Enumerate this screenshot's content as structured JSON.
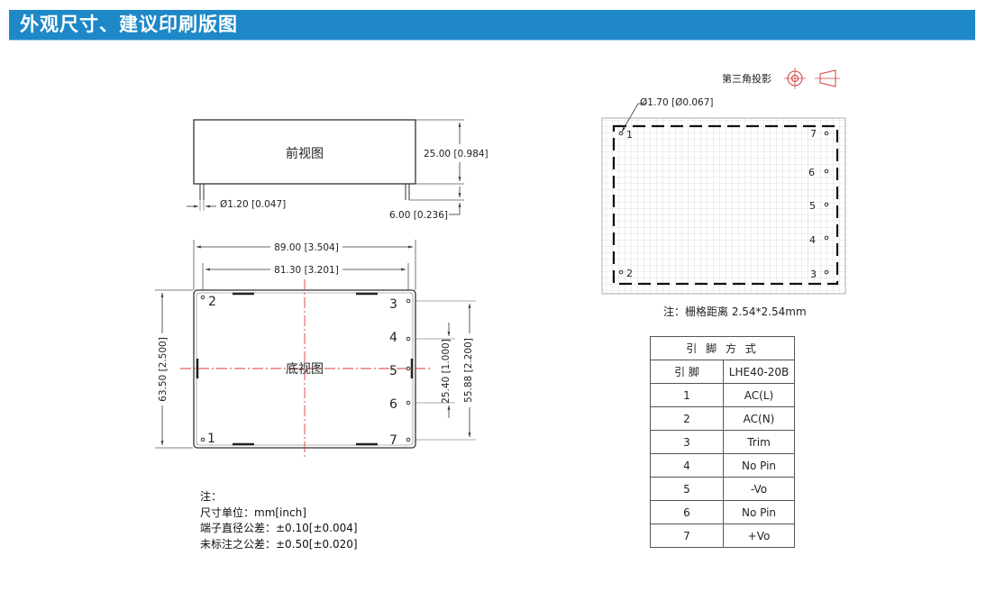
{
  "header": {
    "title": "外观尺寸、建议印刷版图"
  },
  "front_view": {
    "label": "前视图",
    "dim_height": "25.00 [0.984]",
    "dim_pin_diameter": "Ø1.20 [0.047]",
    "dim_pin_length": "6.00 [0.236]"
  },
  "bottom_view": {
    "label": "底视图",
    "dim_width": "89.00 [3.504]",
    "dim_pin_span": "81.30 [3.201]",
    "dim_height": "63.50 [2.500]",
    "dim_pitch": "25.40 [1.000]",
    "dim_pin_column": "55.88 [2.200]",
    "pins": [
      "1",
      "2",
      "3",
      "4",
      "5",
      "6",
      "7"
    ]
  },
  "pcb_layout": {
    "projection_label": "第三角投影",
    "hole_dim": "Ø1.70 [Ø0.067]",
    "grid_note": "注：栅格距离 2.54*2.54mm",
    "pins": [
      "1",
      "2",
      "3",
      "4",
      "5",
      "6",
      "7"
    ]
  },
  "notes": {
    "title": "注：",
    "unit": "尺寸单位：mm[inch]",
    "pin_tolerance": "端子直径公差：±0.10[±0.004]",
    "general_tolerance": "未标注之公差：±0.50[±0.020]"
  },
  "pin_table": {
    "title": "引 脚 方 式",
    "col_pin": "引 脚",
    "col_model": "LHE40-20B",
    "rows": [
      {
        "pin": "1",
        "function": "AC(L)"
      },
      {
        "pin": "2",
        "function": "AC(N)"
      },
      {
        "pin": "3",
        "function": "Trim"
      },
      {
        "pin": "4",
        "function": "No Pin"
      },
      {
        "pin": "5",
        "function": "-Vo"
      },
      {
        "pin": "6",
        "function": "No Pin"
      },
      {
        "pin": "7",
        "function": "+Vo"
      }
    ]
  },
  "colors": {
    "header_bg": "#1e88c8",
    "centerline": "#d23c3c",
    "outline": "#333333"
  }
}
